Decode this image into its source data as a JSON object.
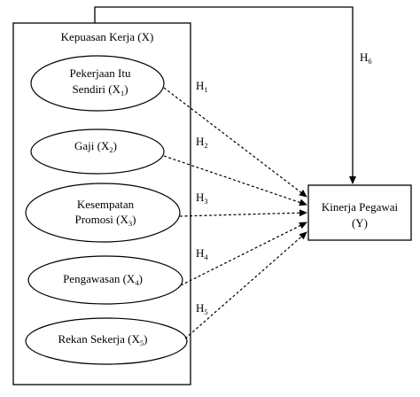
{
  "container": {
    "title": "Kepuasan Kerja (X)"
  },
  "variables": [
    {
      "id": "x1",
      "line1": "Pekerjaan Itu",
      "line2_text": "Sendiri (X",
      "line2_sub": "1",
      "line2_end": ")"
    },
    {
      "id": "x2",
      "text": "Gaji (X",
      "sub": "2",
      "end": ")"
    },
    {
      "id": "x3",
      "line1": "Kesempatan",
      "line2_text": "Promosi (X",
      "line2_sub": "3",
      "line2_end": ")"
    },
    {
      "id": "x4",
      "text": "Pengawasan (X",
      "sub": "4",
      "end": ")"
    },
    {
      "id": "x5",
      "text": "Rekan Sekerja (X",
      "sub": "5",
      "end": ")"
    }
  ],
  "target": {
    "line1": "Kinerja Pegawai",
    "line2": "(Y)"
  },
  "hypotheses": [
    {
      "letter": "H",
      "sub": "1"
    },
    {
      "letter": "H",
      "sub": "2"
    },
    {
      "letter": "H",
      "sub": "3"
    },
    {
      "letter": "H",
      "sub": "4"
    },
    {
      "letter": "H",
      "sub": "5"
    },
    {
      "letter": "H",
      "sub": "6"
    }
  ]
}
